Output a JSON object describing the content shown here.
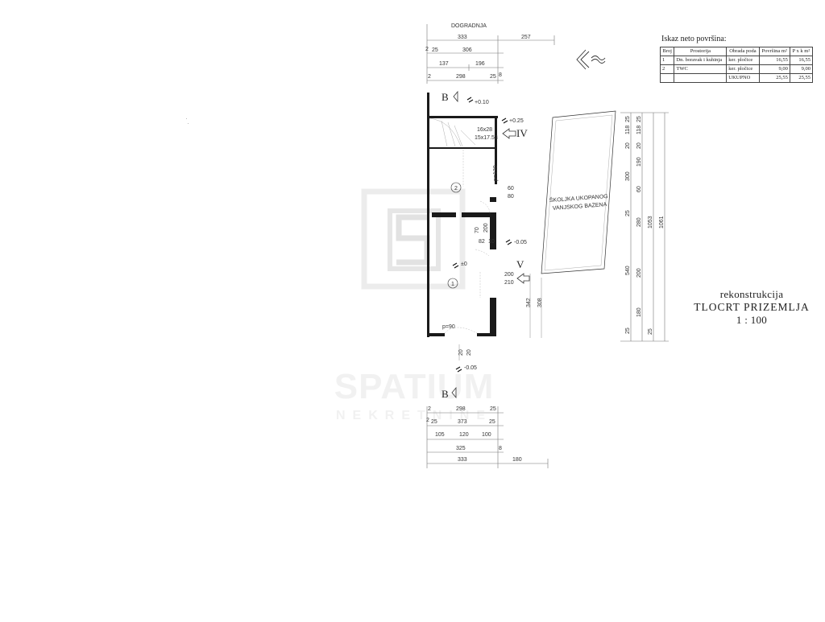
{
  "header_note": "DOGRADNJA",
  "top_dims": {
    "row1": [
      "333",
      "257"
    ],
    "row2": [
      "2",
      "25",
      "306"
    ],
    "row3": [
      "137",
      "196"
    ],
    "row4": [
      "2",
      "298",
      "25",
      "8"
    ]
  },
  "bottom_dims": {
    "row1": [
      "2",
      "298",
      "25"
    ],
    "row2": [
      "2",
      "25",
      "373",
      "25"
    ],
    "row3": [
      "105",
      "120",
      "100"
    ],
    "row4": [
      "325",
      "8"
    ],
    "row5": [
      "333",
      "180"
    ]
  },
  "right_dims": {
    "col1": [
      "25",
      "118",
      "20",
      "300",
      "25",
      "540",
      "25"
    ],
    "col2": [
      "25",
      "118",
      "20",
      "190",
      "60",
      "280",
      "200",
      "180",
      "25"
    ],
    "col3": [
      "1053"
    ],
    "col4": [
      "1061"
    ]
  },
  "plan_labels": {
    "section_top": "B",
    "section_bottom": "B",
    "level_top": "+0.10",
    "level_stair": "+0.25",
    "stair_note_1": "16x28",
    "stair_note_2": "15x17.53",
    "view_iv": "IV",
    "view_v": "V",
    "room_2": "2",
    "room_1": "1",
    "door_p130": "p=130",
    "dim_60": "60",
    "dim_80": "80",
    "dim_70": "70",
    "dim_200a": "200",
    "dim_82": "82",
    "dim_10": "10",
    "level_mid": "-0.05",
    "level_room": "±0",
    "dim_200b": "200",
    "dim_210": "210",
    "dim_342": "342",
    "dim_308": "308",
    "door_p90": "p=90",
    "dim_20a": "20",
    "dim_20b": "20",
    "level_bottom": "-0.05",
    "pool_line1": "ŠKOLJKA UKOPANOG",
    "pool_line2": "VANJSKOG BAZENA"
  },
  "area_table": {
    "title": "Iskaz neto površina:",
    "headers": [
      "Broj",
      "Prostorija",
      "Obrada poda",
      "Površina m²",
      "P x k m²"
    ],
    "rows": [
      [
        "1",
        "Dn. boravak i kuhinja",
        "ker. pločice",
        "16,55",
        "16,55"
      ],
      [
        "2",
        "TWC",
        "ker. pločice",
        "9,00",
        "9,00"
      ]
    ],
    "total_label": "UKUPNO",
    "total_area": "25,55",
    "total_pk": "25,55"
  },
  "title_block": {
    "line1": "rekonstrukcija",
    "line2": "TLOCRT  PRIZEMLJA",
    "line3": "1 : 100"
  },
  "watermark": {
    "brand": "SPATIUM",
    "sub": "NEKRETNINE"
  },
  "colors": {
    "wall": "#1a1a1a",
    "dim_line": "#777777",
    "watermark": "#e6e6e6"
  }
}
